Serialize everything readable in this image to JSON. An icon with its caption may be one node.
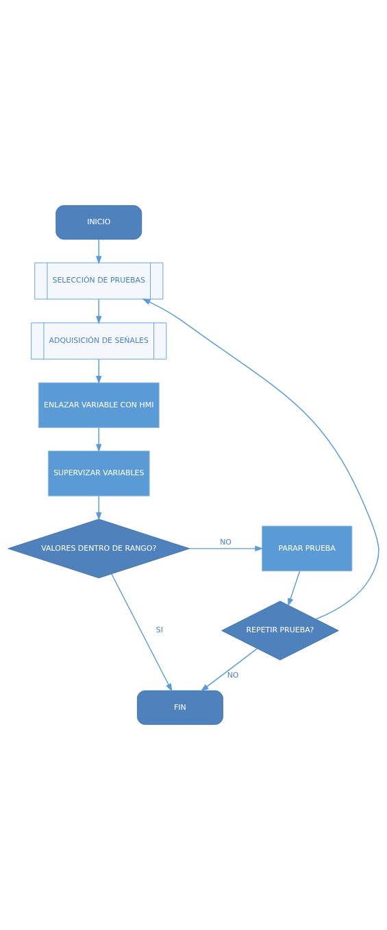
{
  "diagram": {
    "nodes": [
      {
        "text": [
          "INICIO"
        ]
      },
      {
        "text": [
          "SELECCIÓN DE PRUEBAS"
        ]
      },
      {
        "text": [
          "ADQUISICIÓN DE SEÑALES"
        ]
      },
      {
        "text": [
          "ENLAZAR VARIABLE CON HMI"
        ]
      },
      {
        "text": [
          "SUPERVIZAR VARIABLES"
        ]
      },
      {
        "text": [
          "VALORES DENTRO DE RANGO?"
        ]
      },
      {
        "text": [
          "PARAR PRUEBA"
        ]
      },
      {
        "text": [
          "REPETIR PRUEBA?"
        ]
      },
      {
        "text": [
          "FIN"
        ]
      }
    ],
    "edges": [
      {
        "from": 0,
        "to": 1,
        "arrow": "to"
      },
      {
        "from": 1,
        "to": 2,
        "arrow": "to"
      },
      {
        "from": 2,
        "to": 3,
        "arrow": "to"
      },
      {
        "from": 3,
        "to": 4,
        "arrow": "to"
      },
      {
        "from": 4,
        "to": 5,
        "arrow": "to"
      },
      {
        "from": 5,
        "to": 6,
        "arrow": "to",
        "label": "NO"
      },
      {
        "from": 6,
        "to": 7,
        "arrow": "to"
      },
      {
        "from": 7,
        "to": 8,
        "arrow": "to",
        "label": "NO"
      },
      {
        "from": 5,
        "to": 8,
        "arrow": "to",
        "label": "SI"
      },
      {
        "from": 7,
        "to": 1,
        "arrow": "to"
      }
    ]
  }
}
